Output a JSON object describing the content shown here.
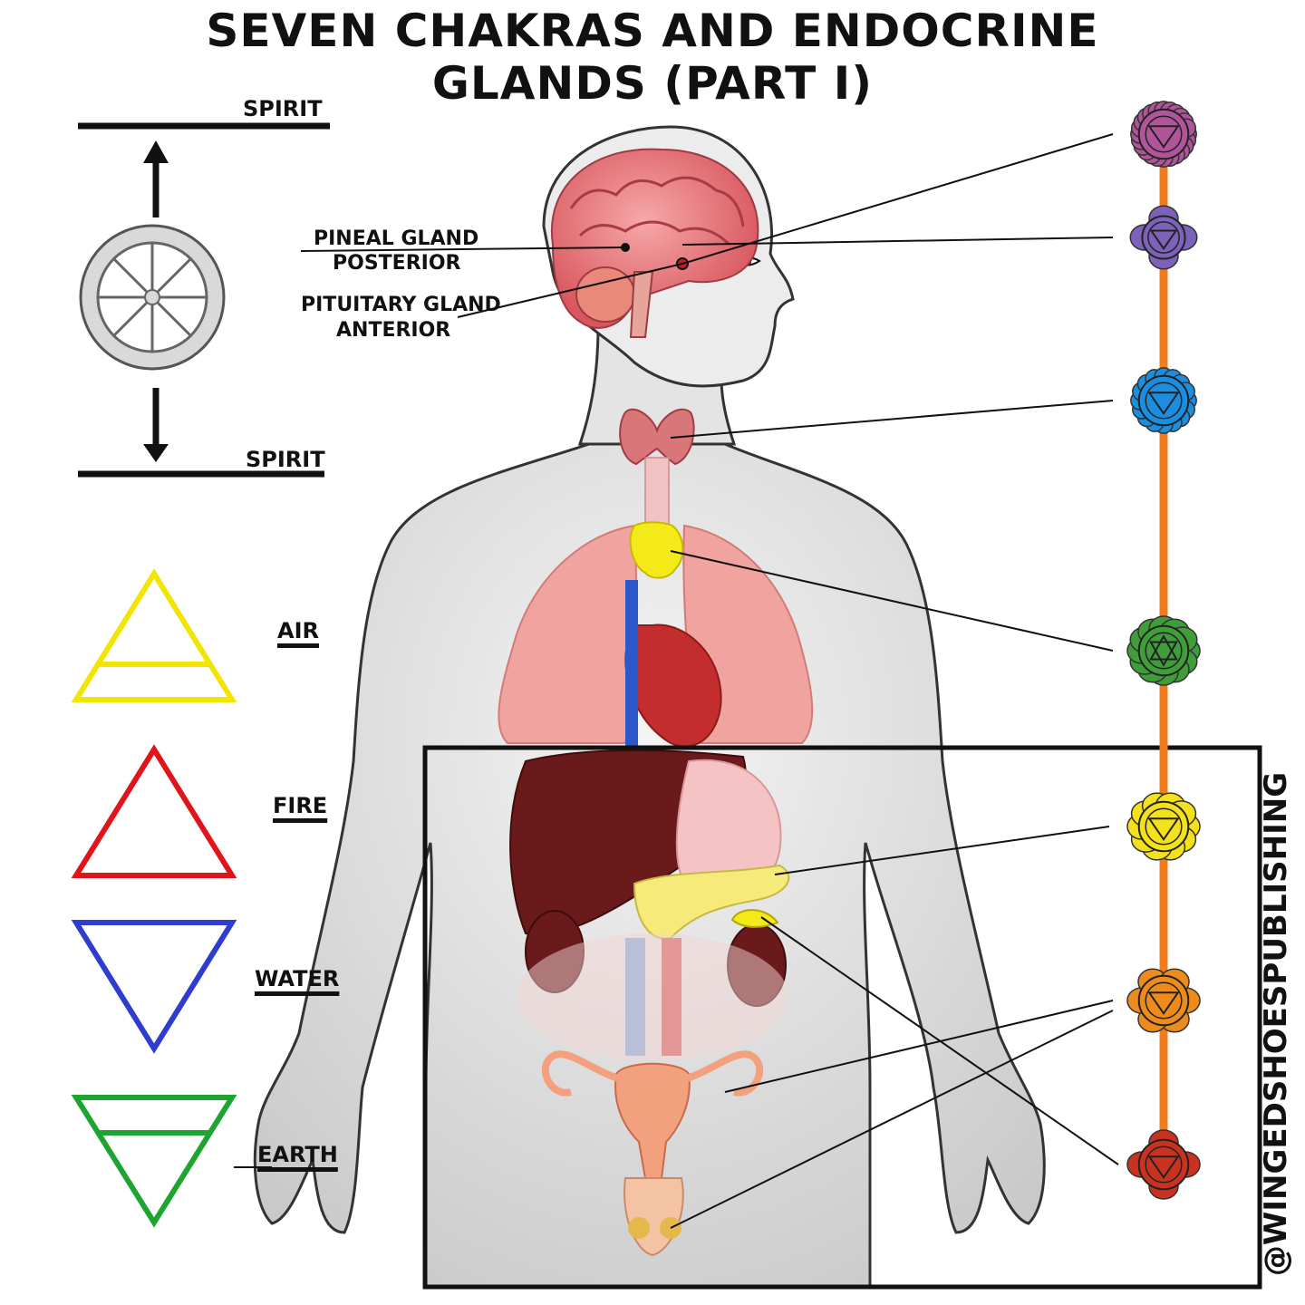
{
  "title_line1": "SEVEN CHAKRAS AND ENDOCRINE",
  "title_line2": "GLANDS (PART I)",
  "spirit_top": "SPIRIT",
  "spirit_bottom": "SPIRIT",
  "elements": [
    {
      "name": "AIR",
      "color": "#f2e500"
    },
    {
      "name": "FIRE",
      "color": "#e0141b"
    },
    {
      "name": "WATER",
      "color": "#2e3ccf"
    },
    {
      "name": "EARTH",
      "color": "#1ea431"
    }
  ],
  "glands": {
    "pineal": "PINEAL GLAND",
    "posterior": "POSTERIOR",
    "pituitary": "PITUITARY GLAND",
    "anterior": "ANTERIOR"
  },
  "chakras": [
    {
      "id": "crown",
      "color": "#b0559a"
    },
    {
      "id": "third-eye",
      "color": "#7c62b8"
    },
    {
      "id": "throat",
      "color": "#1c8ee0"
    },
    {
      "id": "heart",
      "color": "#3f9e3a"
    },
    {
      "id": "solar-plexus",
      "color": "#f3e11c"
    },
    {
      "id": "sacral",
      "color": "#ee8b1d"
    },
    {
      "id": "root",
      "color": "#c9321f"
    }
  ],
  "spine_color": "#f07c1e",
  "watermark": "@WINGEDSHOESPUBLISHING"
}
